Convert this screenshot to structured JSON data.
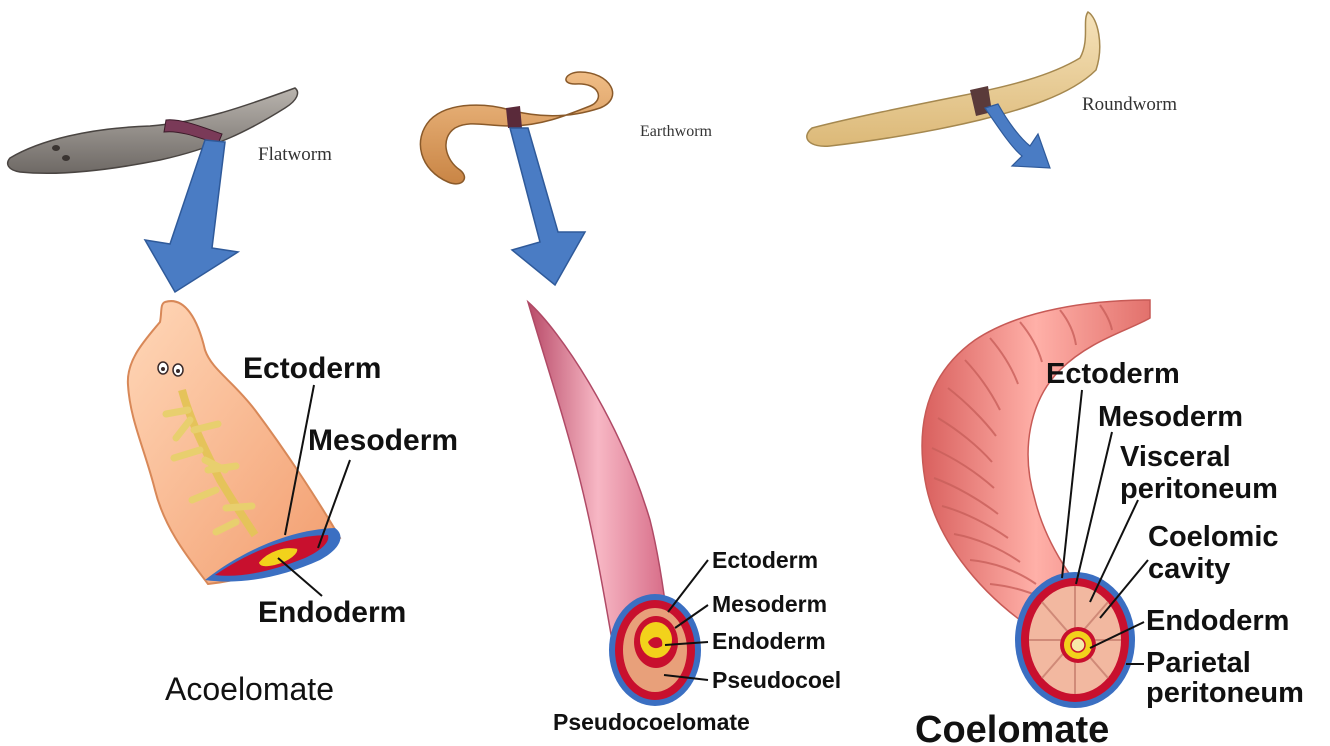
{
  "worms": {
    "flatworm": "Flatworm",
    "earthworm": "Earthworm",
    "roundworm": "Roundworm"
  },
  "acoelomate": {
    "title": "Acoelomate",
    "labels": {
      "ectoderm": "Ectoderm",
      "mesoderm": "Mesoderm",
      "endoderm": "Endoderm"
    }
  },
  "pseudocoelomate": {
    "title": "Pseudocoelomate",
    "labels": {
      "ectoderm": "Ectoderm",
      "mesoderm": "Mesoderm",
      "endoderm": "Endoderm",
      "pseudocoel": "Pseudocoel"
    }
  },
  "coelomate": {
    "title": "Coelomate",
    "labels": {
      "ectoderm": "Ectoderm",
      "mesoderm": "Mesoderm",
      "visceral1": "Visceral",
      "visceral2": "peritoneum",
      "coelomic1": "Coelomic",
      "coelomic2": "cavity",
      "endoderm": "Endoderm",
      "parietal1": "Parietal",
      "parietal2": "peritoneum"
    }
  },
  "colors": {
    "arrow": "#4a7cc4",
    "ectoderm": "#3b6fc2",
    "mesoderm": "#c8102e",
    "endoderm": "#f2d21b",
    "flatworm_body": "#f6b98f",
    "gut": "#f0dc86",
    "pseudo_body": "#e88a9c",
    "coelomate_body": "#ef8a86"
  }
}
